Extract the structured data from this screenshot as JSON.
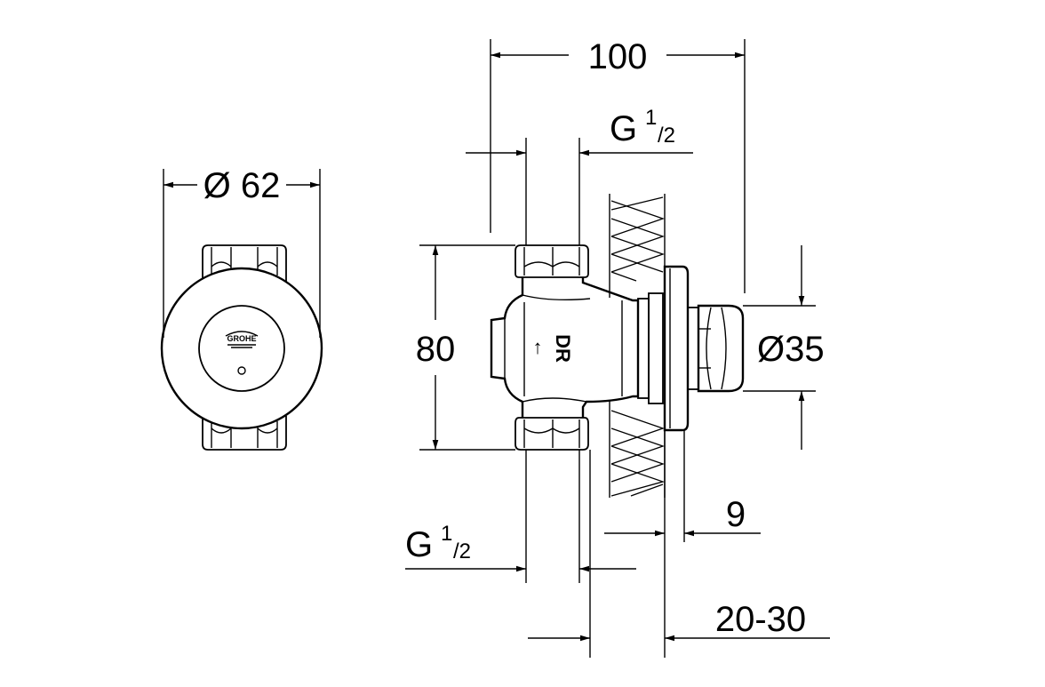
{
  "dimensions": {
    "front_diameter": "Ø 62",
    "overall_length": "100",
    "height": "80",
    "outlet_diameter": "Ø35",
    "wall_plate": "9",
    "wall_range": "20-30",
    "thread_top": {
      "main": "G",
      "sup": "1",
      "sub": "/2"
    },
    "thread_bottom": {
      "main": "G",
      "sup": "1",
      "sub": "/2"
    }
  },
  "valve_body": {
    "flow_marking": "DR",
    "flow_arrow": "↑"
  },
  "front_view": {
    "logo_text": "GROHE"
  }
}
